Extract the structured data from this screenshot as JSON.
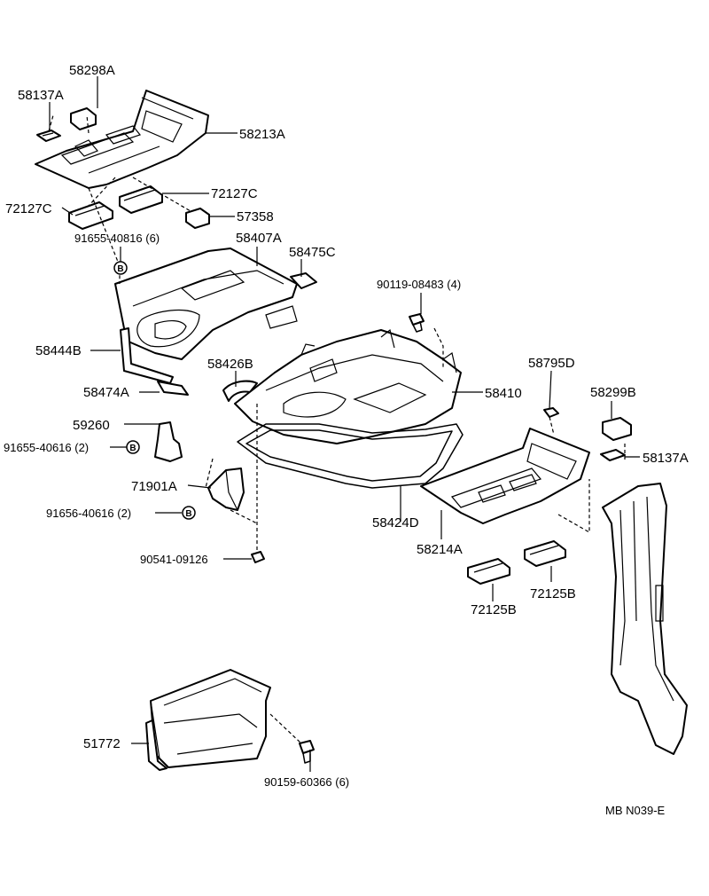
{
  "diagram": {
    "code": "MB  N039-E",
    "bolt_marker": "B",
    "labels": {
      "p58298A": "58298A",
      "p58137A_top": "58137A",
      "p58213A": "58213A",
      "p72127C_r": "72127C",
      "p72127C_l": "72127C",
      "p57358": "57358",
      "p91655_40816": "91655-40816 (6)",
      "p58407A": "58407A",
      "p58475C": "58475C",
      "p90119_08483": "90119-08483 (4)",
      "p58444B": "58444B",
      "p58426B": "58426B",
      "p58474A": "58474A",
      "p58410": "58410",
      "p58795D": "58795D",
      "p58299B": "58299B",
      "p59260": "59260",
      "p91655_40616": "91655-40616 (2)",
      "p58137A_right": "58137A",
      "p71901A": "71901A",
      "p91656_40616": "91656-40616  (2)",
      "p58424D": "58424D",
      "p58214A": "58214A",
      "p72125B_r": "72125B",
      "p72125B_l": "72125B",
      "p90541_09126": "90541-09126",
      "p51772": "51772",
      "p90159_60366": "90159-60366 (6)"
    }
  }
}
